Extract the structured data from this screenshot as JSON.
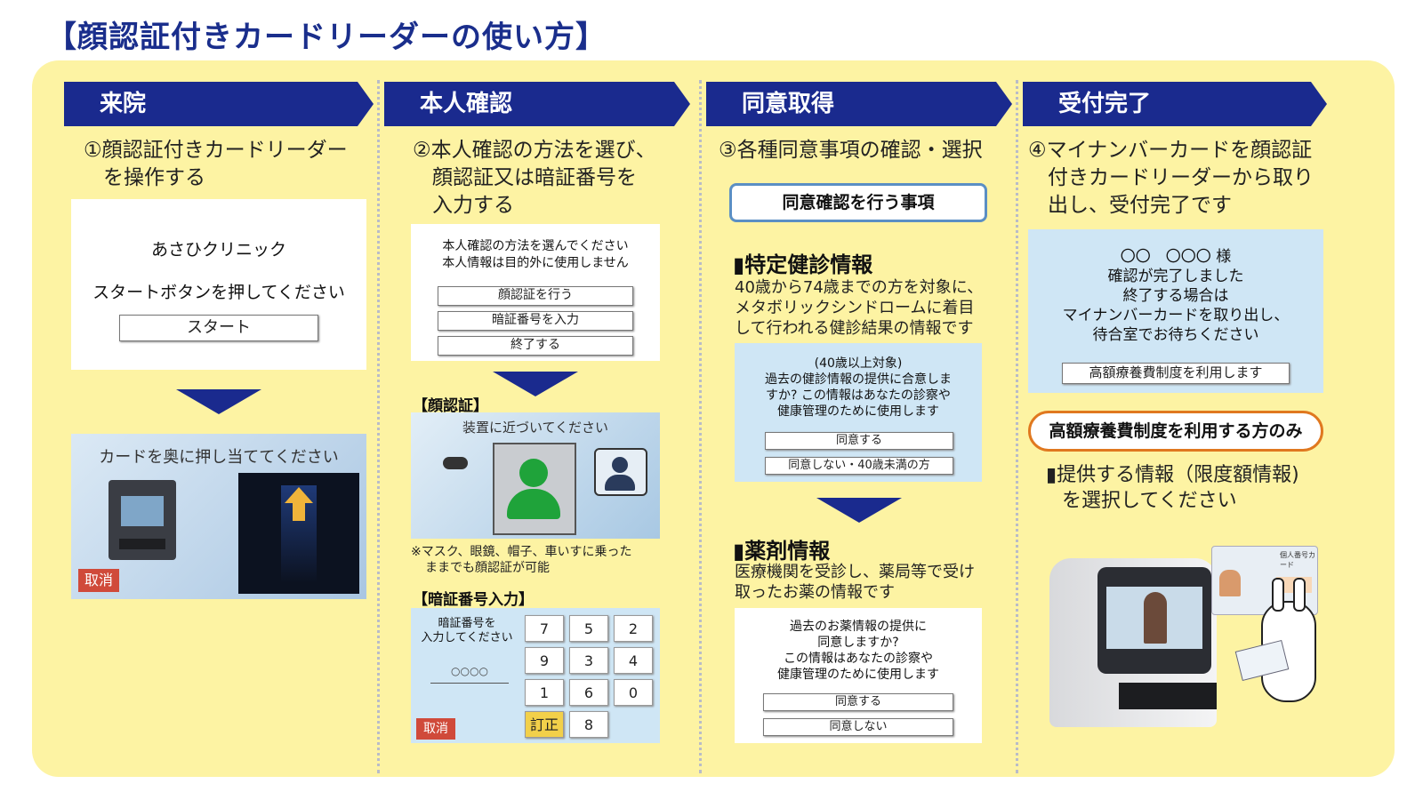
{
  "title": "【顔認証付きカードリーダーの使い方】",
  "headers": [
    "来院",
    "本人確認",
    "同意取得",
    "受付完了"
  ],
  "col1": {
    "step": [
      "①顔認証付きカードリーダー",
      "を操作する"
    ],
    "screen1": {
      "clinic": "あさひクリニック",
      "instruction": "スタートボタンを押してください",
      "start_btn": "スタート"
    },
    "screen2": {
      "instruction": "カードを奥に押し当ててください",
      "cancel": "取消"
    }
  },
  "col2": {
    "step": [
      "②本人確認の方法を選び、",
      "顔認証又は暗証番号を",
      "入力する"
    ],
    "menu": {
      "line1": "本人確認の方法を選んでください",
      "line2": "本人情報は目的外に使用しません",
      "buttons": [
        "顔認証を行う",
        "暗証番号を入力",
        "終了する"
      ]
    },
    "face_label": "【顔認証】",
    "face_screen_text": "装置に近づいてください",
    "note": [
      "※マスク、眼鏡、帽子、車いすに乗った",
      "ままでも顔認証が可能"
    ],
    "pin_label": "【暗証番号入力】",
    "pin": {
      "prompt": [
        "暗証番号を",
        "入力してください"
      ],
      "dots": "○○○○",
      "keys": [
        "7",
        "5",
        "2",
        "9",
        "3",
        "4",
        "1",
        "6",
        "0",
        "8"
      ],
      "correct": "訂正",
      "cancel": "取消"
    }
  },
  "col3": {
    "step": "③各種同意事項の確認・選択",
    "box": "同意確認を行う事項",
    "sec1": {
      "title": "特定健診情報",
      "desc": [
        "40歳から74歳までの方を対象に、",
        "メタボリックシンドロームに着目",
        "して行われる健診結果の情報です"
      ],
      "screen": [
        "(40歳以上対象)",
        "過去の健診情報の提供に合意しま",
        "すか? この情報はあなたの診察や",
        "健康管理のために使用します"
      ],
      "buttons": [
        "同意する",
        "同意しない・40歳未満の方"
      ]
    },
    "sec2": {
      "title": "薬剤情報",
      "desc": [
        "医療機関を受診し、薬局等で受け",
        "取ったお薬の情報です"
      ],
      "screen": [
        "過去のお薬情報の提供に",
        "同意しますか?",
        "この情報はあなたの診察や",
        "健康管理のために使用します"
      ],
      "buttons": [
        "同意する",
        "同意しない"
      ]
    }
  },
  "col4": {
    "step": [
      "④マイナンバーカードを顔認証",
      "付きカードリーダーから取り",
      "出し、受付完了です"
    ],
    "screen": [
      "〇〇　〇〇〇 様",
      "確認が完了しました",
      "終了する場合は",
      "マイナンバーカードを取り出し、",
      "待合室でお待ちください"
    ],
    "screen_btn": "高額療養費制度を利用します",
    "pill": "高額療養費制度を利用する方のみ",
    "desc": [
      "▮提供する情報（限度額情報)",
      "を選択してください"
    ],
    "card_text": "個人番号カード"
  }
}
